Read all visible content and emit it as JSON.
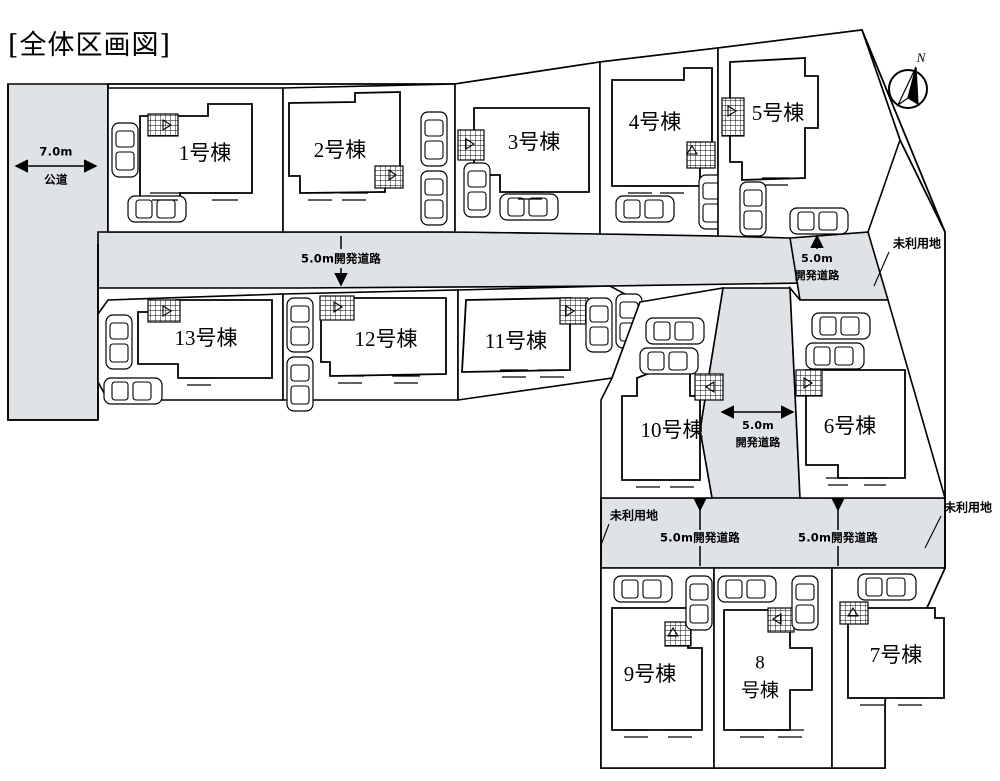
{
  "title": "[全体区画図]",
  "compass": {
    "label": "N",
    "name": "north-arrow"
  },
  "roads": [
    {
      "id": "public-west",
      "label_line1": "7.0m",
      "label_line2": "公道",
      "width": "7.0m",
      "type": "公道"
    },
    {
      "id": "dev-main-top",
      "label": "5.0m開発道路",
      "width": "5.0m",
      "type": "開発道路"
    },
    {
      "id": "dev-northeast",
      "label_line1": "5.0m",
      "label_line2": "開発道路",
      "width": "5.0m",
      "type": "開発道路"
    },
    {
      "id": "dev-middle-vertical",
      "label_line1": "5.0m",
      "label_line2": "開発道路",
      "width": "5.0m",
      "type": "開発道路"
    },
    {
      "id": "dev-bottom-left",
      "label": "5.0m開発道路",
      "width": "5.0m",
      "type": "開発道路"
    },
    {
      "id": "dev-bottom-right",
      "label": "5.0m開発道路",
      "width": "5.0m",
      "type": "開発道路"
    }
  ],
  "annotations": [
    {
      "id": "unused-land-ne",
      "label": "未利用地"
    },
    {
      "id": "unused-land-sw",
      "label": "未利用地"
    },
    {
      "id": "unused-land-se",
      "label": "未利用地"
    }
  ],
  "lots": [
    {
      "id": "lot-1",
      "label": "1号棟",
      "number": 1,
      "cars": 2
    },
    {
      "id": "lot-2",
      "label": "2号棟",
      "number": 2,
      "cars": 3
    },
    {
      "id": "lot-3",
      "label": "3号棟",
      "number": 3,
      "cars": 3
    },
    {
      "id": "lot-4",
      "label": "4号棟",
      "number": 4,
      "cars": 2
    },
    {
      "id": "lot-5",
      "label": "5号棟",
      "number": 5,
      "cars": 3
    },
    {
      "id": "lot-6",
      "label": "6号棟",
      "number": 6,
      "cars": 2
    },
    {
      "id": "lot-7",
      "label": "7号棟",
      "number": 7,
      "cars": 1
    },
    {
      "id": "lot-8",
      "label_line1": "8",
      "label_line2": "号棟",
      "number": 8,
      "cars": 2
    },
    {
      "id": "lot-9",
      "label": "9号棟",
      "number": 9,
      "cars": 2
    },
    {
      "id": "lot-10",
      "label": "10号棟",
      "number": 10,
      "cars": 2
    },
    {
      "id": "lot-11",
      "label": "11号棟",
      "number": 11,
      "cars": 2
    },
    {
      "id": "lot-12",
      "label": "12号棟",
      "number": 12,
      "cars": 2
    },
    {
      "id": "lot-13",
      "label": "13号棟",
      "number": 13,
      "cars": 2
    }
  ],
  "colors": {
    "road_fill": "#dfe3e7",
    "lot_fill": "#ffffff",
    "line": "#000000",
    "background": "#ffffff"
  }
}
